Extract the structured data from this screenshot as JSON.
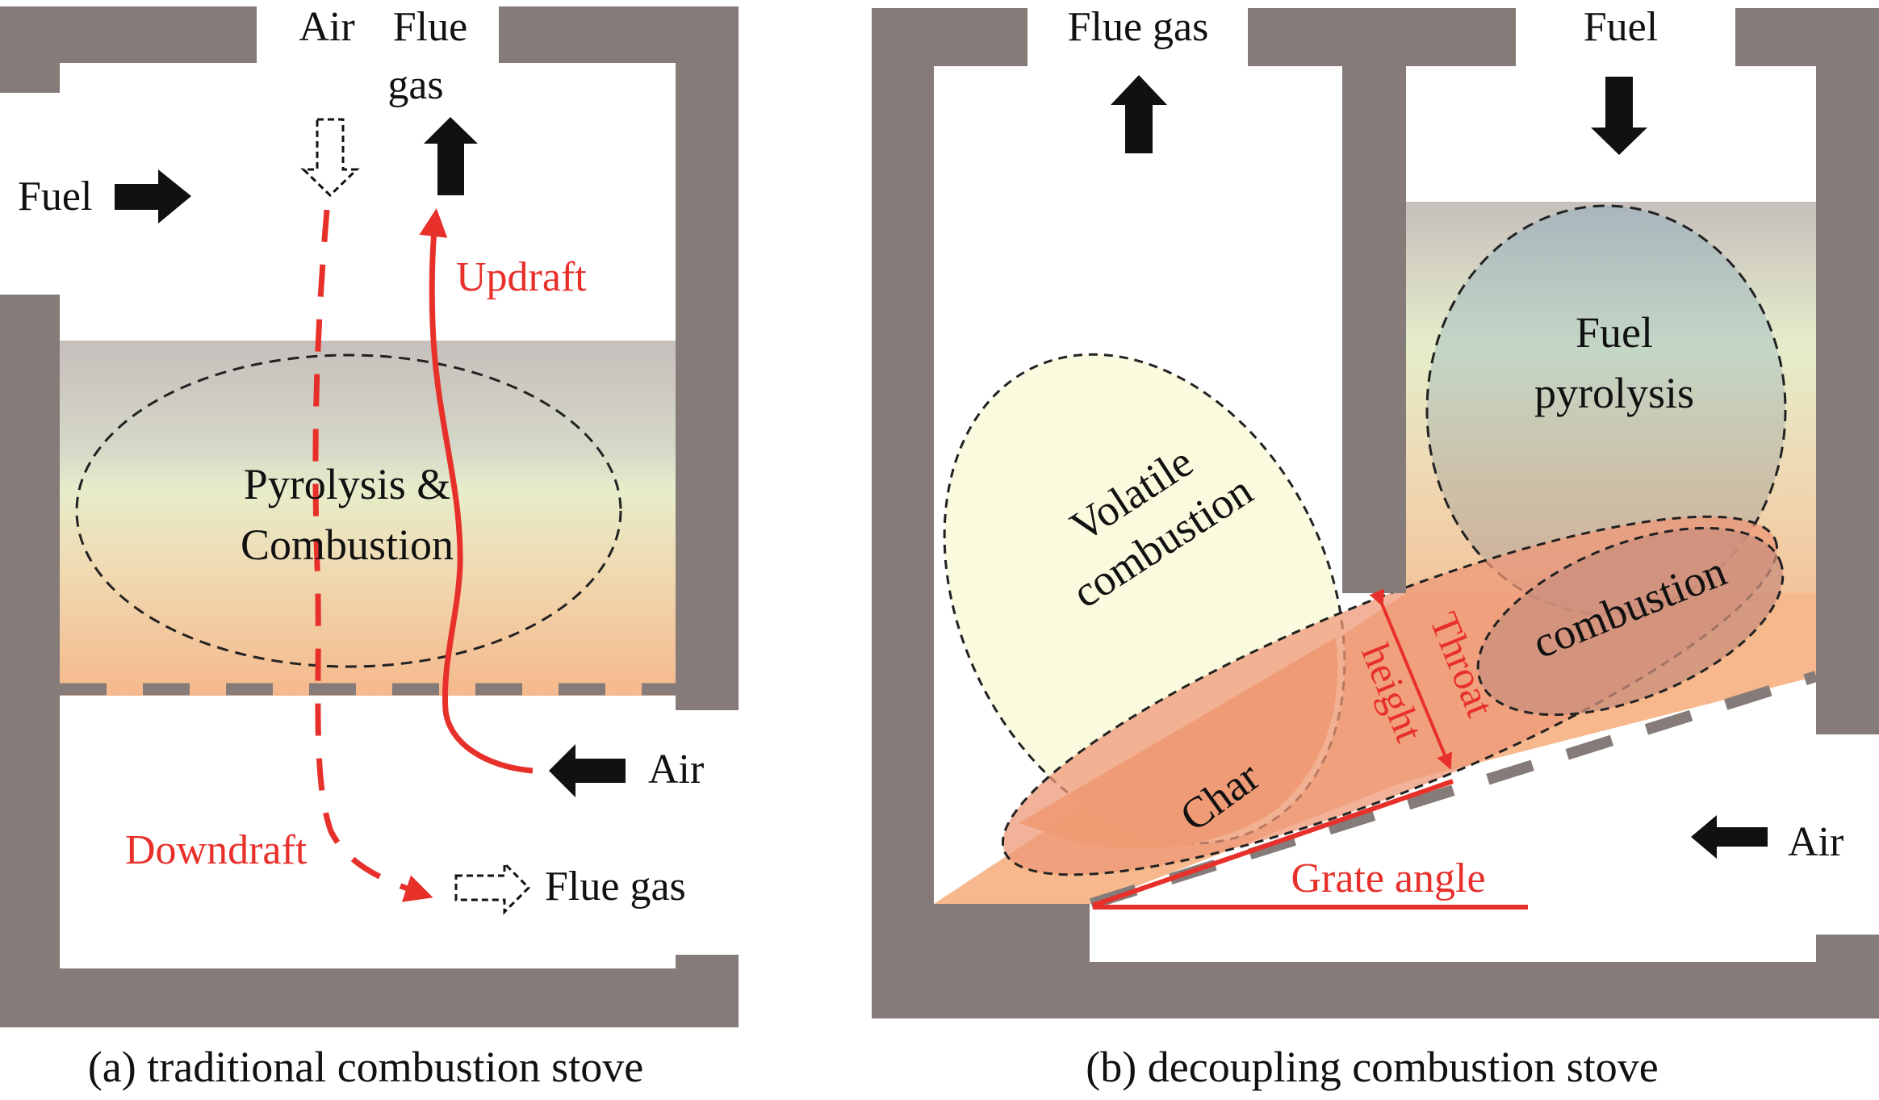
{
  "colors": {
    "wall": "#857b78",
    "flow_red": "#e8302b",
    "arrow_black": "#111111",
    "bed_top": "#c6bfbc",
    "bed_mid_green": "#e6edca",
    "bed_mid_tan": "#efdcb4",
    "bed_bottom": "#f6b88c",
    "volatile_fill": "#fafade",
    "char_fill": "#f2a46c",
    "combustion_band_fill": "#ee9878",
    "pyrolysis_top": "#aab8bd",
    "pyrolysis_mid": "#c4d4c4",
    "pyrolysis_bottom": "#cdb49e"
  },
  "panel_a": {
    "caption": "(a) traditional combustion stove",
    "labels": {
      "air_top": "Air",
      "flue_top_line1": "Flue",
      "flue_top_line2": "gas",
      "fuel_side": "Fuel",
      "updraft": "Updraft",
      "zone_line1": "Pyrolysis &",
      "zone_line2": "Combustion",
      "air_side": "Air",
      "downdraft": "Downdraft",
      "flue_bottom": "Flue gas"
    },
    "icons": {
      "air_in_top": "dashed-arrow-down-icon",
      "flue_out_top": "arrow-up-icon",
      "fuel_in": "arrow-right-icon",
      "air_in_side": "arrow-left-icon",
      "flue_out_bottom": "dashed-arrow-right-icon"
    }
  },
  "panel_b": {
    "caption": "(b) decoupling combustion stove",
    "labels": {
      "flue_top": "Flue gas",
      "fuel_top": "Fuel",
      "pyrolysis_line1": "Fuel",
      "pyrolysis_line2": "pyrolysis",
      "volatile_line1": "Volatile",
      "volatile_line2": "combustion",
      "combustion": "combustion",
      "char": "Char",
      "throat_line1": "Throat",
      "throat_line2": "height",
      "grate_angle": "Grate angle",
      "air_side": "Air"
    },
    "icons": {
      "flue_out": "arrow-up-icon",
      "fuel_in": "arrow-down-icon",
      "air_in": "arrow-left-icon",
      "throat": "double-arrow-icon"
    }
  }
}
